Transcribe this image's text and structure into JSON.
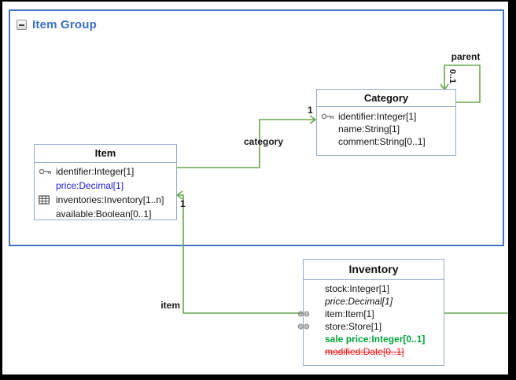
{
  "group": {
    "title": "Item Group"
  },
  "entities": {
    "item": {
      "title": "Item",
      "attributes": [
        {
          "icon": "key-icon",
          "text": "identifier:Integer[1]"
        },
        {
          "icon": null,
          "text": "price:Decimal[1]"
        },
        {
          "icon": "table-icon",
          "text": "inventories:Inventory[1..n]"
        },
        {
          "icon": null,
          "text": "available:Boolean[0..1]"
        }
      ]
    },
    "category": {
      "title": "Category",
      "attributes": [
        {
          "icon": "key-icon",
          "text": "identifier:Integer[1]"
        },
        {
          "icon": null,
          "text": "name:String[1]"
        },
        {
          "icon": null,
          "text": "comment:String[0..1]"
        }
      ]
    },
    "inventory": {
      "title": "Inventory",
      "attributes": [
        {
          "icon": null,
          "text": "stock:Integer[1]"
        },
        {
          "icon": null,
          "text": "price:Decimal[1]"
        },
        {
          "icon": "spiral-icon",
          "text": "item:Item[1]"
        },
        {
          "icon": "spiral-icon",
          "text": "store:Store[1]"
        },
        {
          "icon": null,
          "text": "sale price:Integer[0..1]"
        },
        {
          "icon": null,
          "text": "modified:Date[0..1]"
        }
      ]
    }
  },
  "connections": {
    "category": {
      "label": "category",
      "multiplicity": "1"
    },
    "item": {
      "label": "item",
      "multiplicity": "1"
    },
    "parent": {
      "label": "parent",
      "multiplicity": "0..1"
    }
  },
  "colors": {
    "edge_green": "#69a74e",
    "group_border_blue": "#4472c4",
    "group_title_blue": "#3b70c5",
    "entity_border": "#93acce",
    "attr_blue": "#2222d6",
    "attr_green": "#00a33a",
    "attr_red": "#e81b1c"
  }
}
